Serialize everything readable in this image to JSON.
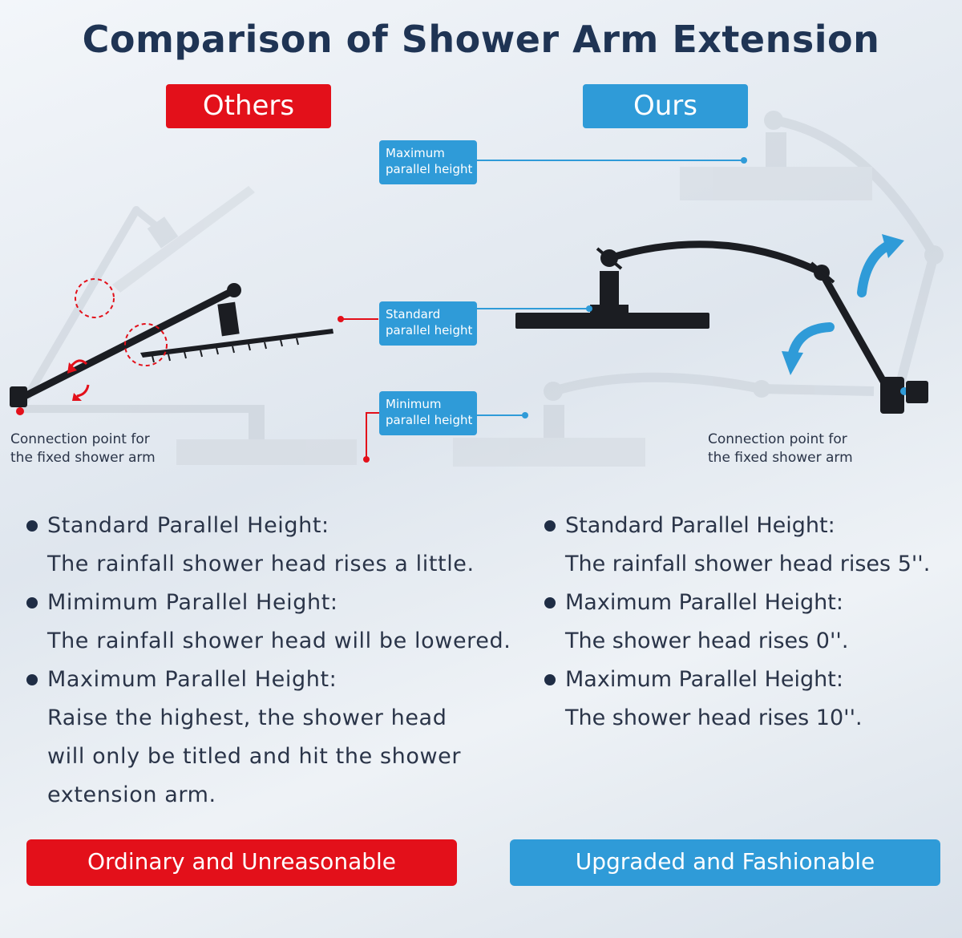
{
  "title": "Comparison of Shower Arm Extension",
  "tags": {
    "others": "Others",
    "ours": "Ours"
  },
  "height_labels": {
    "maximum": {
      "line1": "Maximum",
      "line2": "parallel height"
    },
    "standard": {
      "line1": "Standard",
      "line2": "parallel height"
    },
    "minimum": {
      "line1": "Minimum",
      "line2": "parallel height"
    }
  },
  "connection_note": {
    "line1": "Connection point for",
    "line2": "the fixed shower arm"
  },
  "others_list": [
    {
      "head": "Standard Parallel Height:",
      "desc": [
        "The rainfall shower head rises a little."
      ]
    },
    {
      "head": "Mimimum Parallel Height:",
      "desc": [
        "The rainfall shower head will be lowered."
      ]
    },
    {
      "head": "Maximum Parallel Height:",
      "desc": [
        "Raise the highest, the shower head",
        "will only be titled and hit the shower",
        "extension arm."
      ]
    }
  ],
  "ours_list": [
    {
      "head": "Standard Parallel Height:",
      "desc": [
        "The rainfall shower head rises 5''."
      ]
    },
    {
      "head": "Maximum Parallel Height:",
      "desc": [
        "The shower head rises 0''."
      ]
    },
    {
      "head": "Maximum Parallel Height:",
      "desc": [
        "The shower head rises 10''."
      ]
    }
  ],
  "banners": {
    "left": "Ordinary and Unreasonable",
    "right": "Upgraded and Fashionable"
  },
  "colors": {
    "red": "#e3101a",
    "blue": "#2f9bd8",
    "navy": "#1f3454",
    "arm_black": "#1b1d22",
    "ghost": "#c9d0d8"
  }
}
